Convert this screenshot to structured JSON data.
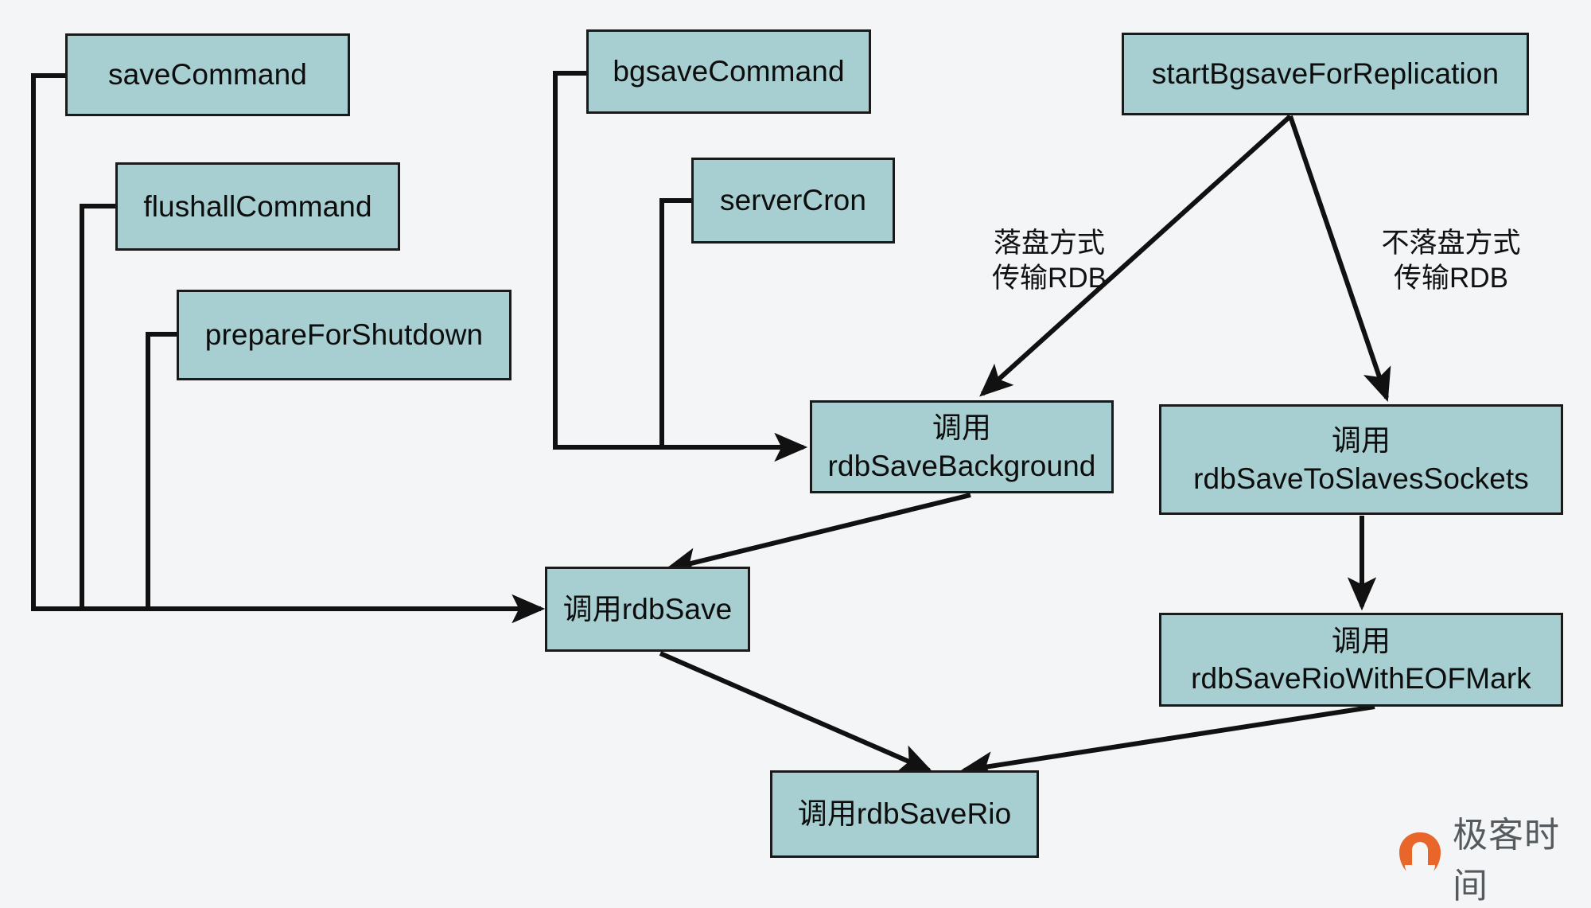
{
  "diagram": {
    "title": "Redis RDB persistence call flow",
    "background_color": "#f3f5f7",
    "node_fill": "#a7ced0",
    "node_stroke": "#1a1a1a",
    "nodes": [
      {
        "id": "saveCommand",
        "label": "saveCommand"
      },
      {
        "id": "flushallCommand",
        "label": "flushallCommand"
      },
      {
        "id": "prepareForShutdown",
        "label": "prepareForShutdown"
      },
      {
        "id": "bgsaveCommand",
        "label": "bgsaveCommand"
      },
      {
        "id": "serverCron",
        "label": "serverCron"
      },
      {
        "id": "startBgsaveForReplication",
        "label": "startBgsaveForReplication"
      },
      {
        "id": "rdbSaveBackground",
        "label": "调用\nrdbSaveBackground"
      },
      {
        "id": "rdbSaveToSlavesSockets",
        "label": "调用\nrdbSaveToSlavesSockets"
      },
      {
        "id": "rdbSave",
        "label": "调用rdbSave"
      },
      {
        "id": "rdbSaveRioWithEOFMark",
        "label": "调用\nrdbSaveRioWithEOFMark"
      },
      {
        "id": "rdbSaveRio",
        "label": "调用rdbSaveRio"
      }
    ],
    "edge_labels": [
      {
        "id": "disk-mode",
        "text": "落盘方式\n传输RDB"
      },
      {
        "id": "no-disk-mode",
        "text": "不落盘方式\n传输RDB"
      }
    ],
    "edges": [
      {
        "from": "saveCommand",
        "to": "rdbSave",
        "style": "orthogonal"
      },
      {
        "from": "flushallCommand",
        "to": "rdbSave",
        "style": "orthogonal"
      },
      {
        "from": "prepareForShutdown",
        "to": "rdbSave",
        "style": "orthogonal"
      },
      {
        "from": "bgsaveCommand",
        "to": "rdbSaveBackground",
        "style": "orthogonal"
      },
      {
        "from": "serverCron",
        "to": "rdbSaveBackground",
        "style": "orthogonal"
      },
      {
        "from": "startBgsaveForReplication",
        "to": "rdbSaveBackground",
        "style": "diagonal",
        "label": "disk-mode"
      },
      {
        "from": "startBgsaveForReplication",
        "to": "rdbSaveToSlavesSockets",
        "style": "diagonal",
        "label": "no-disk-mode"
      },
      {
        "from": "rdbSaveBackground",
        "to": "rdbSave",
        "style": "diagonal"
      },
      {
        "from": "rdbSaveToSlavesSockets",
        "to": "rdbSaveRioWithEOFMark",
        "style": "straight"
      },
      {
        "from": "rdbSave",
        "to": "rdbSaveRio",
        "style": "diagonal"
      },
      {
        "from": "rdbSaveRioWithEOFMark",
        "to": "rdbSaveRio",
        "style": "diagonal"
      }
    ]
  },
  "watermark": {
    "brand": "极客时间",
    "mark_color": "#e8662a",
    "text_color": "#555a5e"
  }
}
